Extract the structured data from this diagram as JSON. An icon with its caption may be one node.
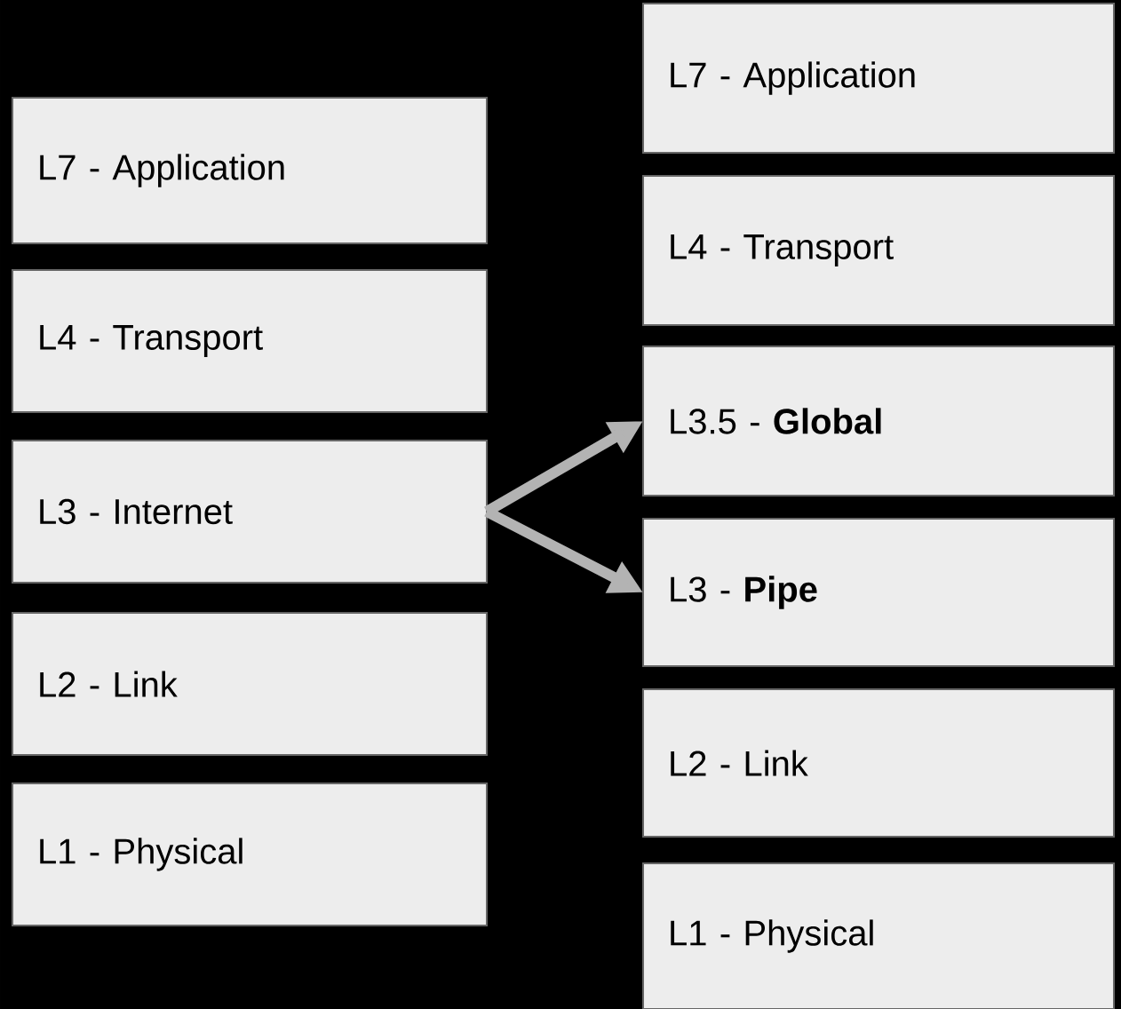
{
  "diagram": {
    "nodes": [
      {
        "text": [
          "L7 - Application"
        ]
      },
      {
        "text": [
          "L4 - Transport"
        ]
      },
      {
        "text": [
          "L3 - Internet"
        ]
      },
      {
        "text": [
          "L2 - Link"
        ]
      },
      {
        "text": [
          "L1 - Physical"
        ]
      },
      {
        "text": [
          "L7 - Application"
        ]
      },
      {
        "text": [
          "L4 - Transport"
        ]
      },
      {
        "text": [
          "L3.5 - **Global**"
        ]
      },
      {
        "text": [
          "L3 - **Pipe**"
        ]
      },
      {
        "text": [
          "L2 - Link"
        ]
      },
      {
        "text": [
          "L1 - Physical"
        ]
      }
    ],
    "edges": [
      {
        "from": 2,
        "to": 7,
        "arrow": "to"
      },
      {
        "from": 2,
        "to": 8,
        "arrow": "to"
      }
    ]
  }
}
